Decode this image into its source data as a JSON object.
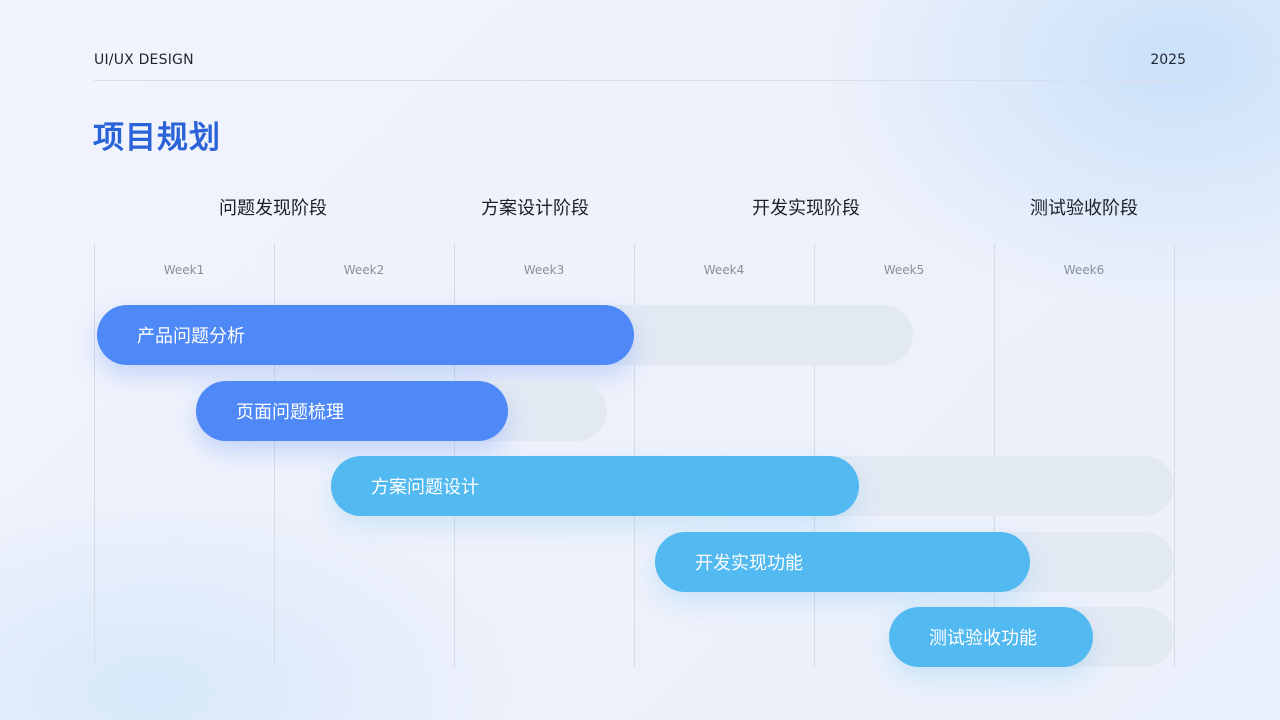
{
  "header": {
    "left_text": "UI/UX DESIGN",
    "right_text": "2025"
  },
  "title": "项目规划",
  "phases": [
    "问题发现阶段",
    "方案设计阶段",
    "开发实现阶段",
    "测试验收阶段"
  ],
  "colors": {
    "title": "#2a63d8",
    "task_dark": "#4f89f7",
    "task_light": "#52b9f1",
    "track": "#e3e9f3"
  },
  "chart_data": {
    "type": "gantt",
    "x_unit": "week",
    "categories": [
      "Week1",
      "Week2",
      "Week3",
      "Week4",
      "Week5",
      "Week6"
    ],
    "xlim": [
      0,
      6
    ],
    "tasks": [
      {
        "name": "产品问题分析",
        "start": 0.0,
        "end": 3.0,
        "track_end": 4.55,
        "color": "dark"
      },
      {
        "name": "页面问题梳理",
        "start": 0.55,
        "end": 2.3,
        "track_end": 2.85,
        "color": "dark"
      },
      {
        "name": "方案问题设计",
        "start": 1.3,
        "end": 4.25,
        "track_end": 6.0,
        "color": "light"
      },
      {
        "name": "开发实现功能",
        "start": 3.1,
        "end": 5.2,
        "track_end": 6.0,
        "color": "light"
      },
      {
        "name": "测试验收功能",
        "start": 4.4,
        "end": 5.55,
        "track_end": 6.0,
        "color": "light"
      }
    ]
  }
}
